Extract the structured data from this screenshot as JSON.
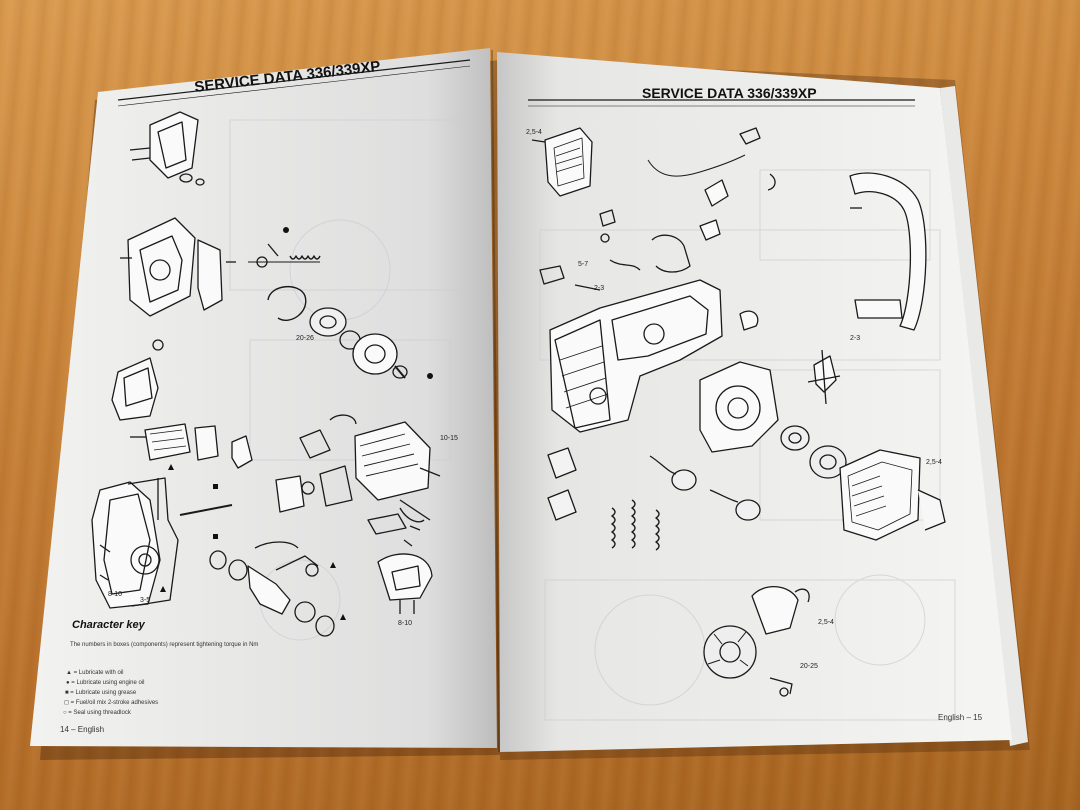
{
  "left_page": {
    "header_title": "SERVICE DATA 336/339XP",
    "character_key_title": "Character key",
    "character_key_intro": "The numbers in boxes (components) represent tightening torque in Nm",
    "legend": [
      "▲ = Lubricate with oil",
      "● = Lubricate using engine oil",
      "■ = Lubricate using grease",
      "◻ = Fuel/oil mix 2-stroke adhesives",
      "○ = Seal using threadlock"
    ],
    "footer": "14 – English",
    "callouts": [
      "20-26",
      "10-15",
      "8-10",
      "8-10",
      "3-5"
    ]
  },
  "right_page": {
    "header_title": "SERVICE DATA 336/339XP",
    "footer": "English – 15",
    "callouts": [
      "2,5-4",
      "5-7",
      "2-3",
      "2-3",
      "2,5-4",
      "2,5-4",
      "20-25"
    ]
  },
  "colors": {
    "table": "#c07a34",
    "paper": "#f4f4f2",
    "ink": "#1a1a1a"
  }
}
